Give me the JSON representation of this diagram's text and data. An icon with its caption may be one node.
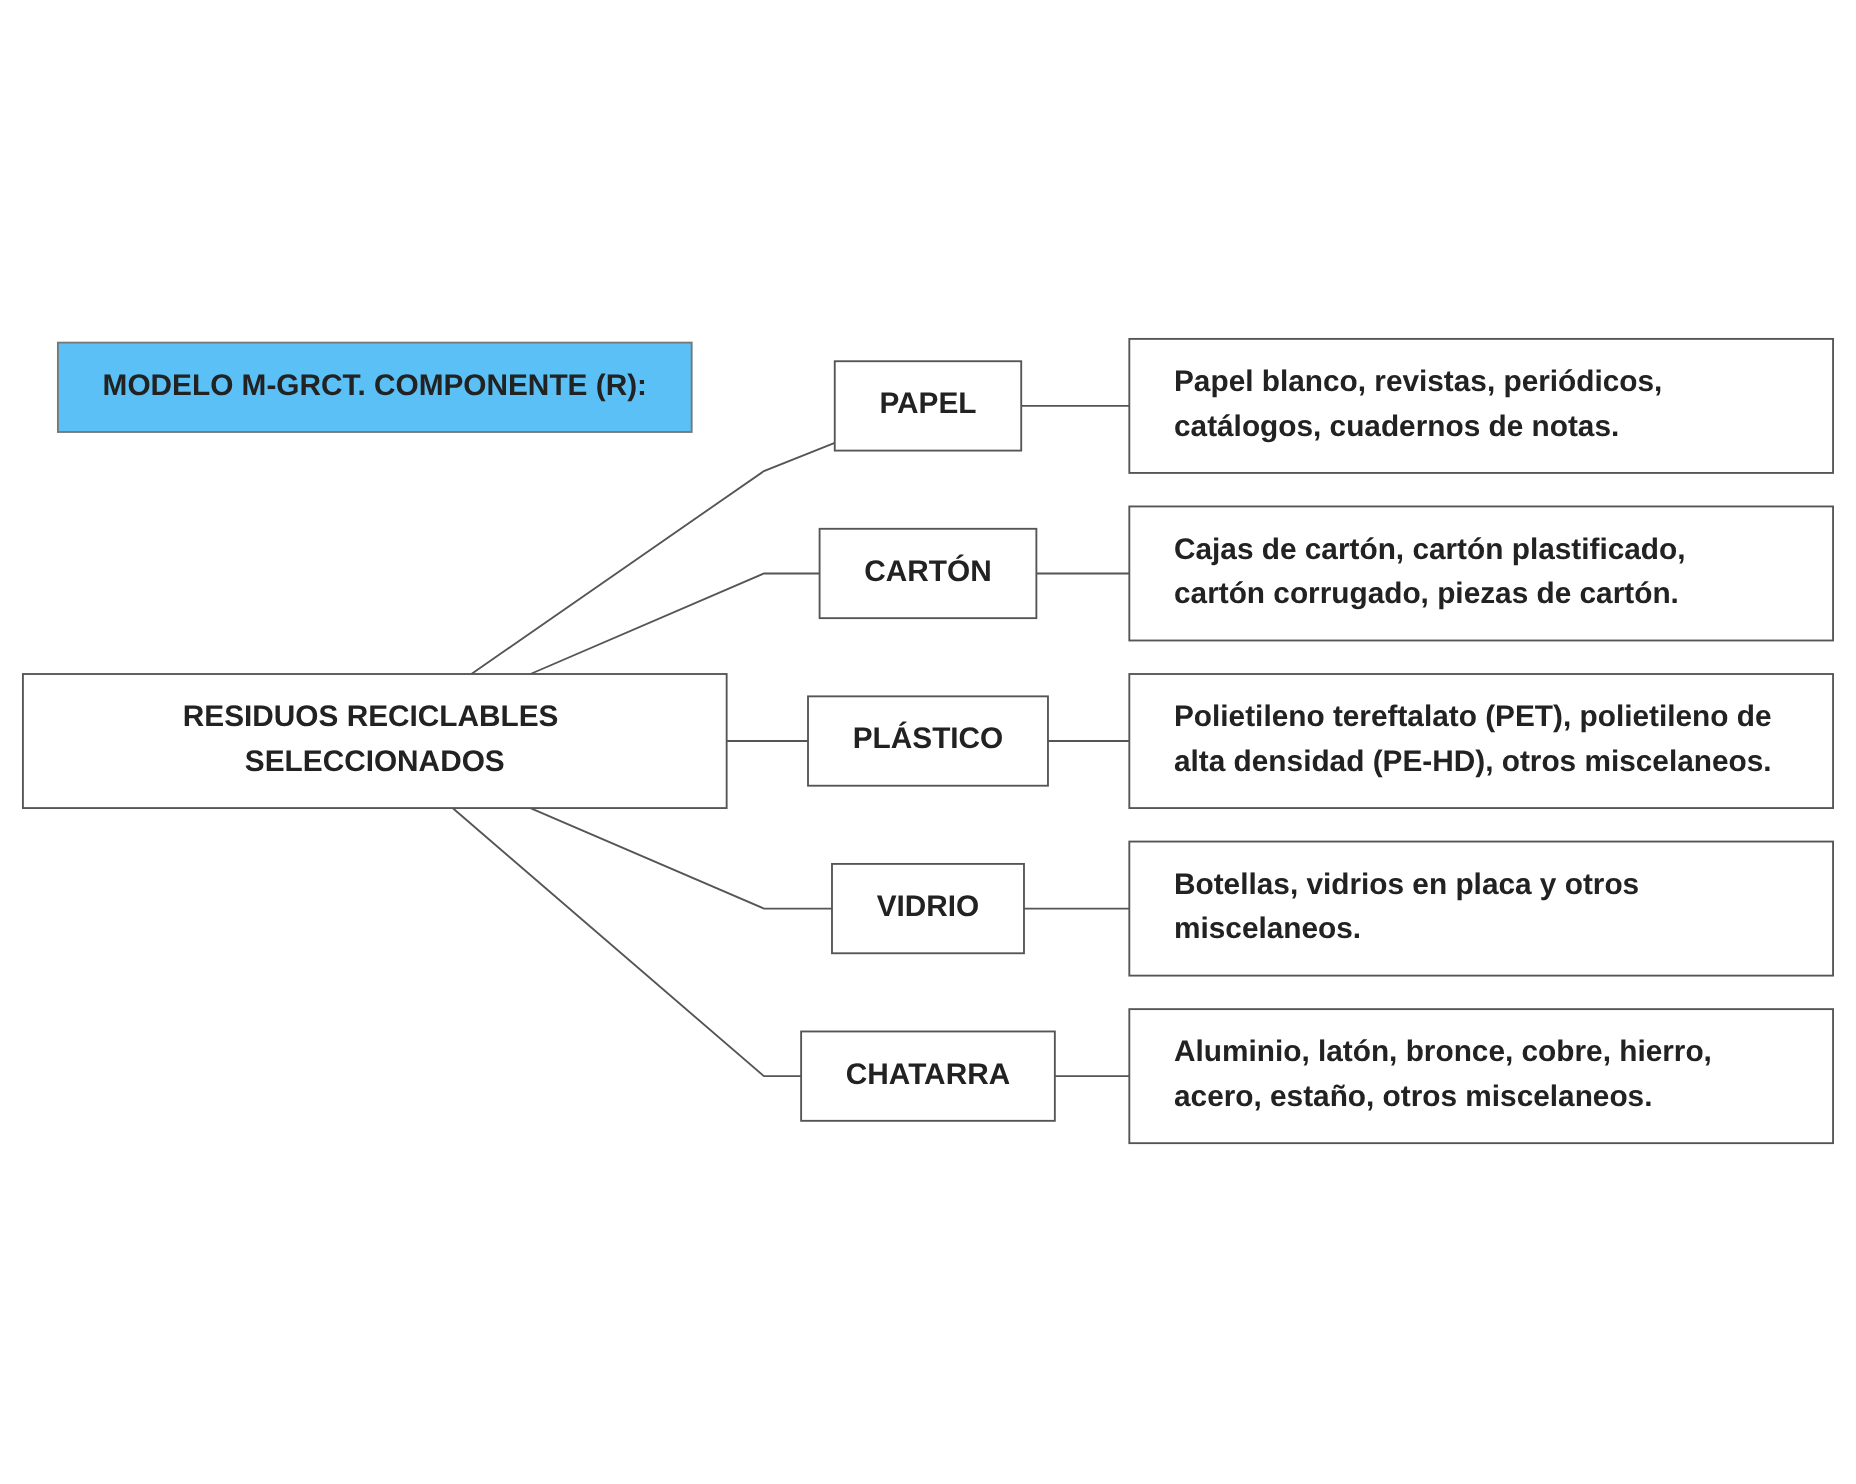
{
  "diagram": {
    "nodes": [
      {
        "text": [
          "MODELO M-GRCT. COMPONENTE (R):"
        ]
      },
      {
        "text": [
          "RESIDUOS RECICLABLES SELECCIONADOS"
        ]
      },
      {
        "text": [
          "PAPEL"
        ]
      },
      {
        "text": [
          "Papel blanco, revistas, periódicos, catálogos, cuadernos de notas."
        ]
      },
      {
        "text": [
          "CARTÓN"
        ]
      },
      {
        "text": [
          "Cajas de cartón, cartón plastificado, cartón corrugado, piezas de cartón."
        ]
      },
      {
        "text": [
          "PLÁSTICO"
        ]
      },
      {
        "text": [
          "Polietileno tereftalato (PET), polietileno de alta densidad (PE-HD), otros miscelaneos."
        ]
      },
      {
        "text": [
          "VIDRIO"
        ]
      },
      {
        "text": [
          "Botellas, vidrios en placa y otros miscelaneos."
        ]
      },
      {
        "text": [
          "CHATARRA"
        ]
      },
      {
        "text": [
          "Aluminio, latón, bronce, cobre, hierro, acero, estaño, otros miscelaneos."
        ]
      }
    ],
    "edges": [
      {
        "from": 1,
        "to": 2,
        "arrow": "none"
      },
      {
        "from": 2,
        "to": 3,
        "arrow": "none"
      },
      {
        "from": 1,
        "to": 4,
        "arrow": "none"
      },
      {
        "from": 4,
        "to": 5,
        "arrow": "none"
      },
      {
        "from": 1,
        "to": 6,
        "arrow": "none"
      },
      {
        "from": 6,
        "to": 7,
        "arrow": "none"
      },
      {
        "from": 1,
        "to": 8,
        "arrow": "none"
      },
      {
        "from": 8,
        "to": 9,
        "arrow": "none"
      },
      {
        "from": 1,
        "to": 10,
        "arrow": "none"
      },
      {
        "from": 10,
        "to": 11,
        "arrow": "none"
      }
    ]
  }
}
